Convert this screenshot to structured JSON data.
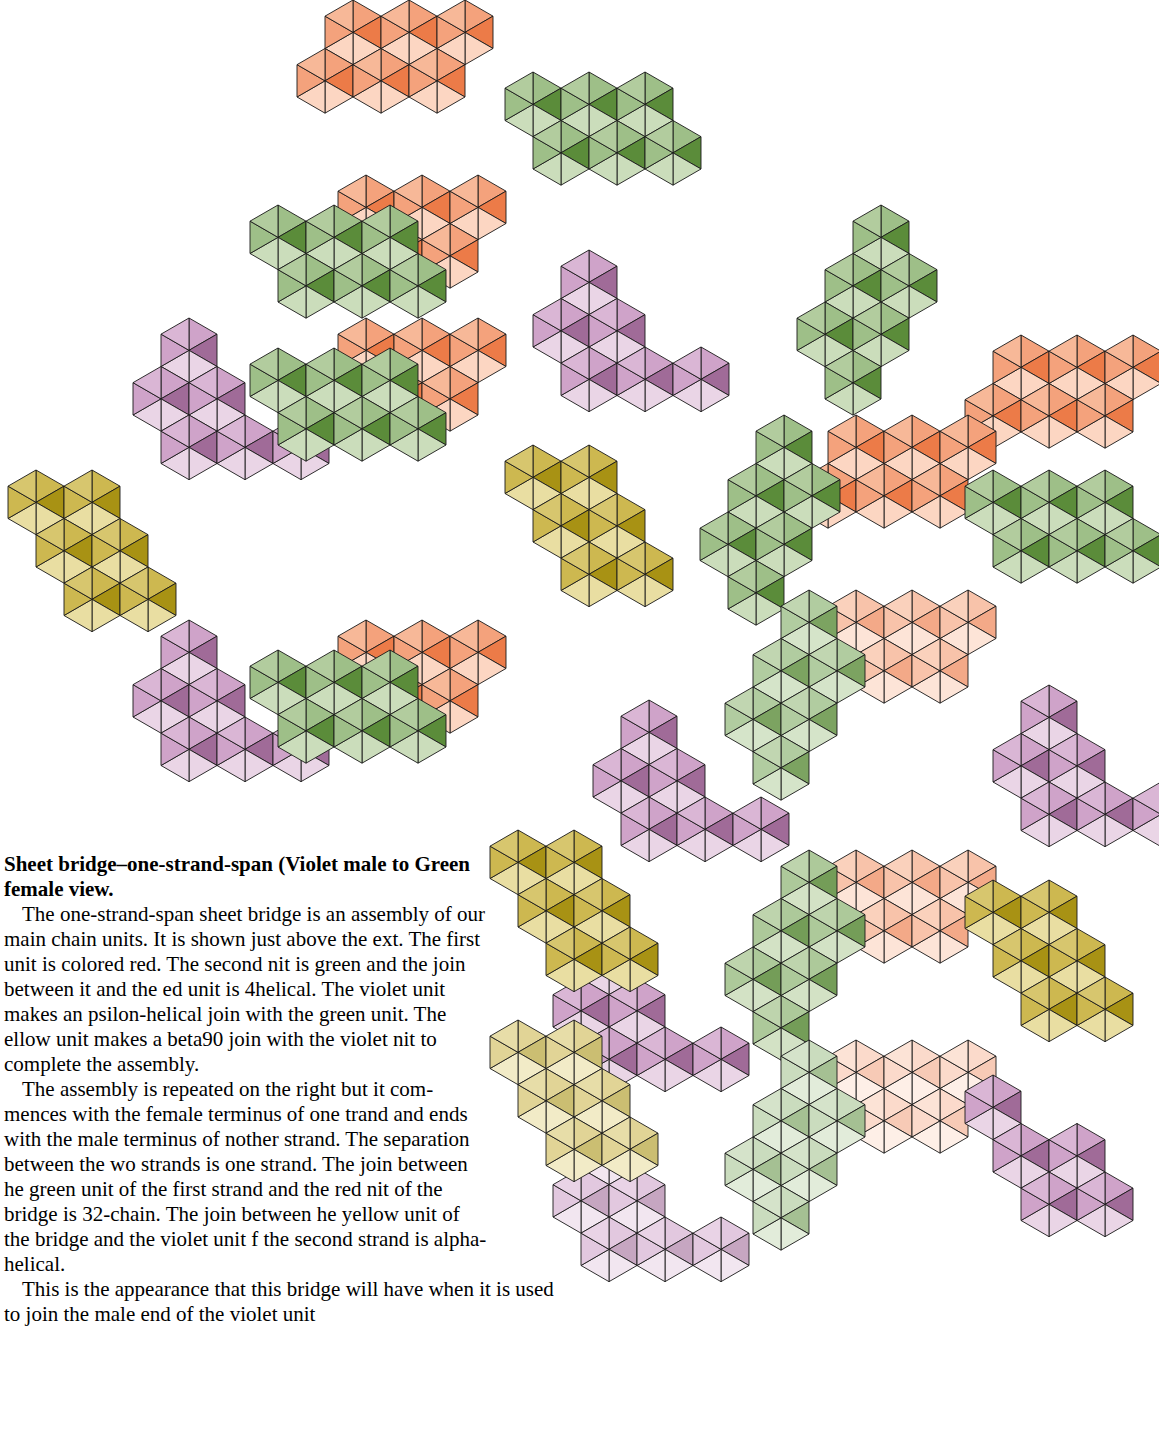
{
  "diagram": {
    "title": "Sheet bridge–one-strand-span (Violet male to Green female view.",
    "labels": [
      "The one-strand-span sheet bridge is an assembly of our main chain units. It is shown just above the ext. The first unit is colored red. The second nit is green and the join between it and the ed unit is 4helical. The violet unit makes an psilon-helical join with the green unit. The ellow unit makes a beta90 join with the violet nit to complete the assembly.",
      "The assembly is repeated on the right but it com- mences with the female terminus of one trand and ends with the male terminus of nother strand. The separation between the wo strands is one strand. The join between he green unit of the first strand and the red nit of the bridge is 32-chain. The join between he yellow unit of the bridge and the violet unit f the second strand is alpha-helical.",
      "This is the appearance that this bridge will have when it is used to join the male end of the violet unit"
    ]
  }
}
